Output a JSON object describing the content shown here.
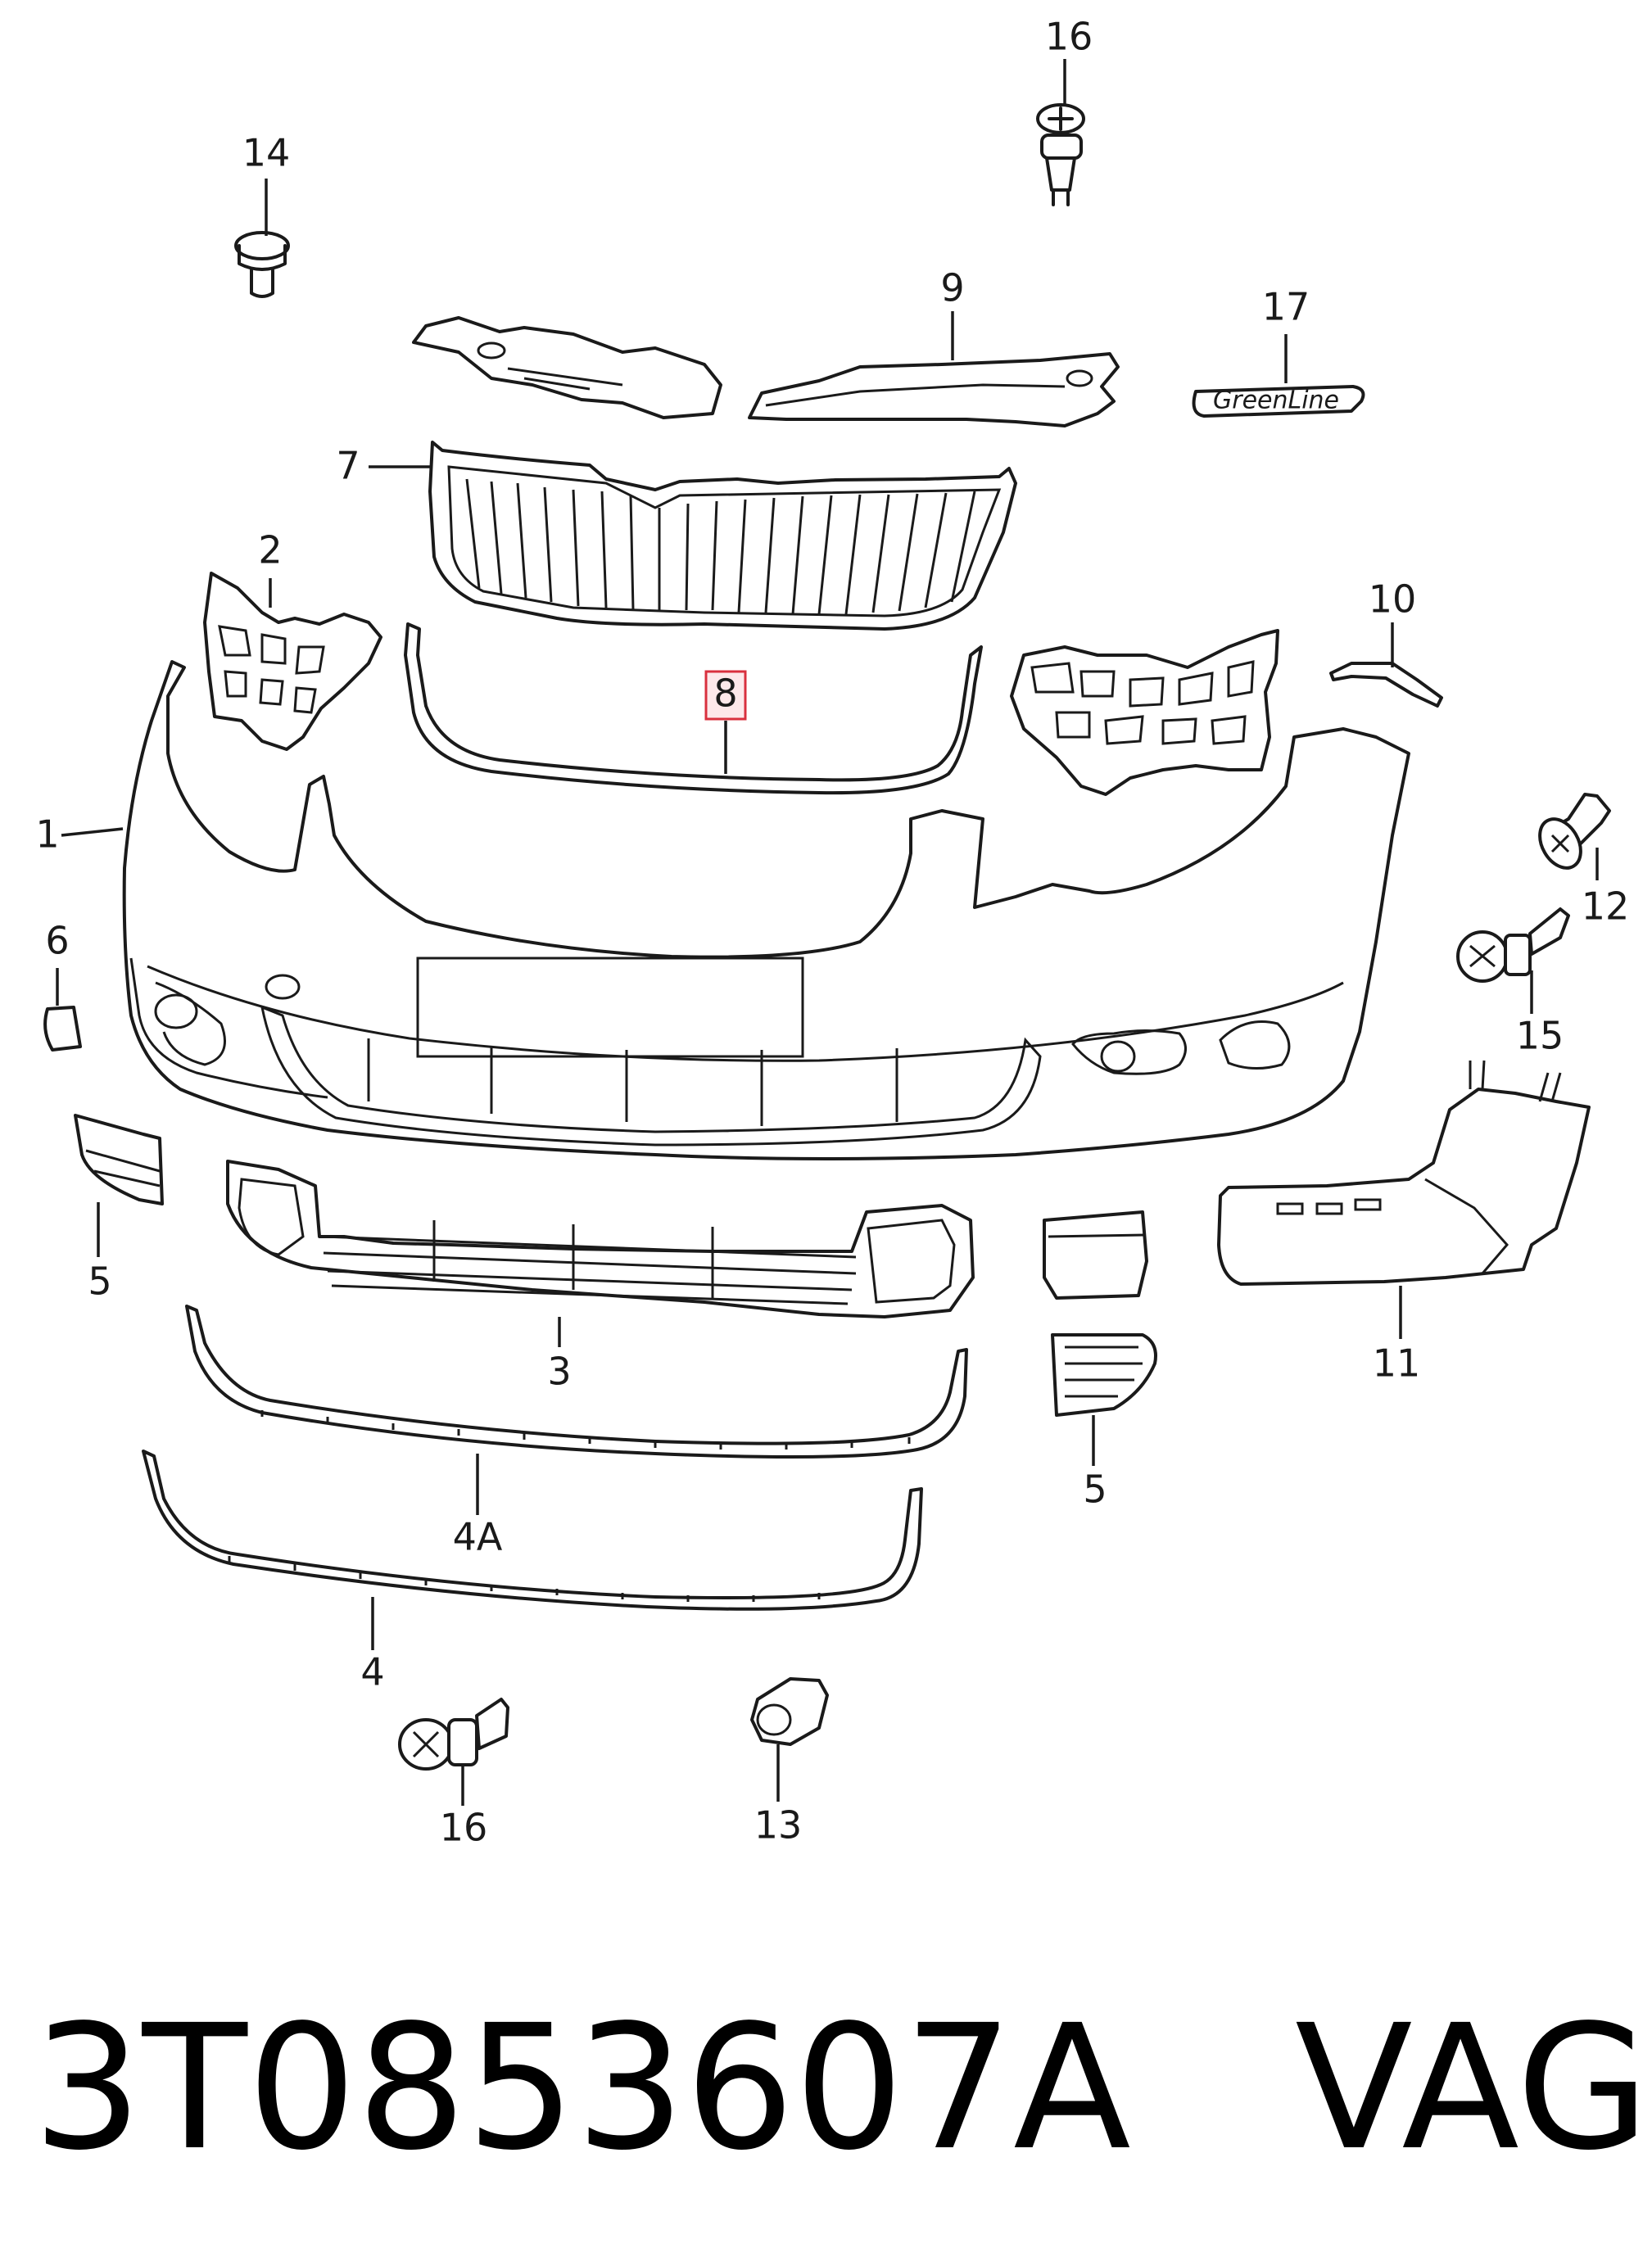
{
  "diagram": {
    "callouts": {
      "c1": "1",
      "c2": "2",
      "c3": "3",
      "c4": "4",
      "c4a": "4A",
      "c5a": "5",
      "c5b": "5",
      "c6": "6",
      "c7": "7",
      "c8": "8",
      "c9": "9",
      "c10": "10",
      "c11": "11",
      "c12": "12",
      "c13": "13",
      "c14": "14",
      "c15": "15",
      "c16a": "16",
      "c16b": "16",
      "c17": "17"
    },
    "badge_text": "GreenLine",
    "highlighted_callout": "8",
    "highlight_color": "#d9303e"
  },
  "caption": {
    "part_number": "3T0853607A",
    "brand": "VAG"
  }
}
